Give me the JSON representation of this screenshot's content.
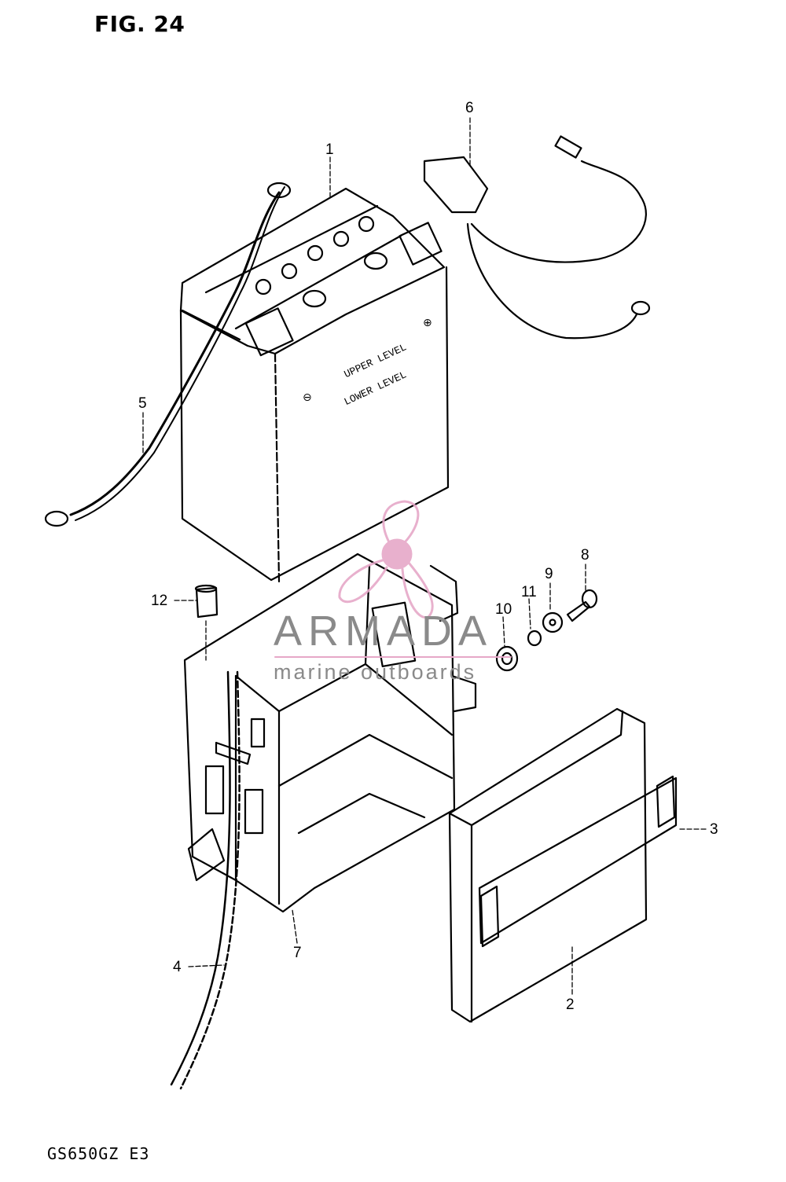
{
  "figure": {
    "title": "FIG. 24",
    "model_code": "GS650GZ  E3"
  },
  "battery_labels": {
    "upper": "UPPER LEVEL",
    "lower": "LOWER LEVEL"
  },
  "callouts": [
    {
      "id": "1"
    },
    {
      "id": "2"
    },
    {
      "id": "3"
    },
    {
      "id": "4"
    },
    {
      "id": "5"
    },
    {
      "id": "6"
    },
    {
      "id": "7"
    },
    {
      "id": "8"
    },
    {
      "id": "9"
    },
    {
      "id": "10"
    },
    {
      "id": "11"
    },
    {
      "id": "12"
    }
  ],
  "watermark": {
    "name": "ARMADA",
    "tagline": "marine outboards",
    "accent_color": "#e6a8c8"
  }
}
